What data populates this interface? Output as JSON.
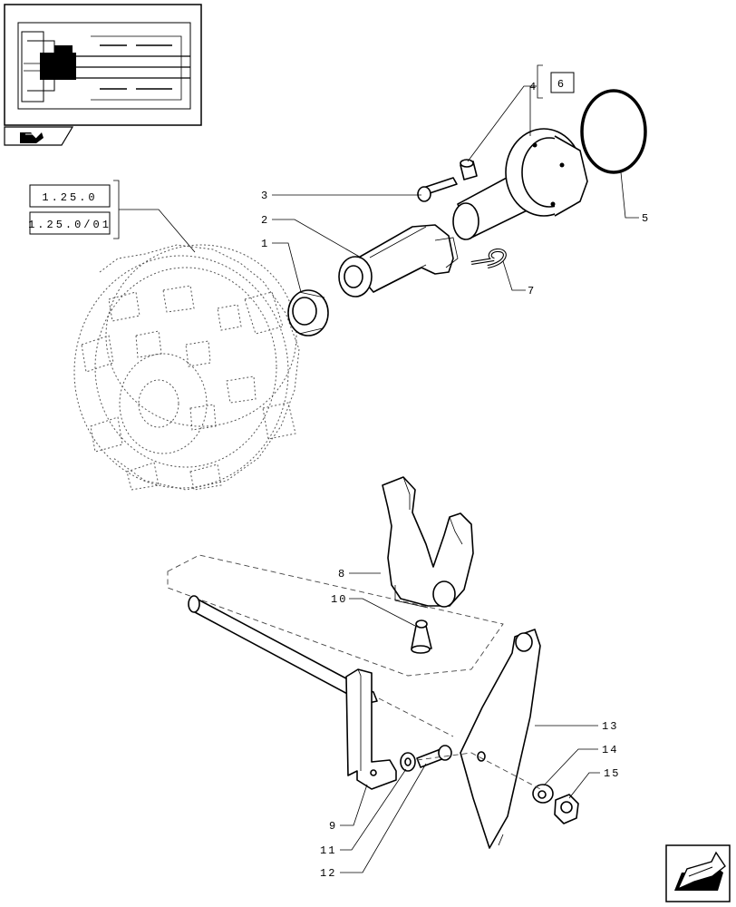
{
  "thumbnail": {
    "icon": "assembly-thumbnail-icon"
  },
  "nav": {
    "back_icon": "folder-arrow-icon",
    "prev_icon": "previous-page-arrow-icon"
  },
  "references": {
    "group_a": [
      "1.25.0",
      "1.25.0/01"
    ],
    "group_b": "6"
  },
  "callouts": {
    "c1": "1",
    "c2": "2",
    "c3": "3",
    "c4": "4",
    "c5": "5",
    "c7": "7",
    "c8": "8",
    "c9": "9",
    "c10": "10",
    "c11": "11",
    "c12": "12",
    "c13": "13",
    "c14": "14",
    "c15": "15"
  }
}
